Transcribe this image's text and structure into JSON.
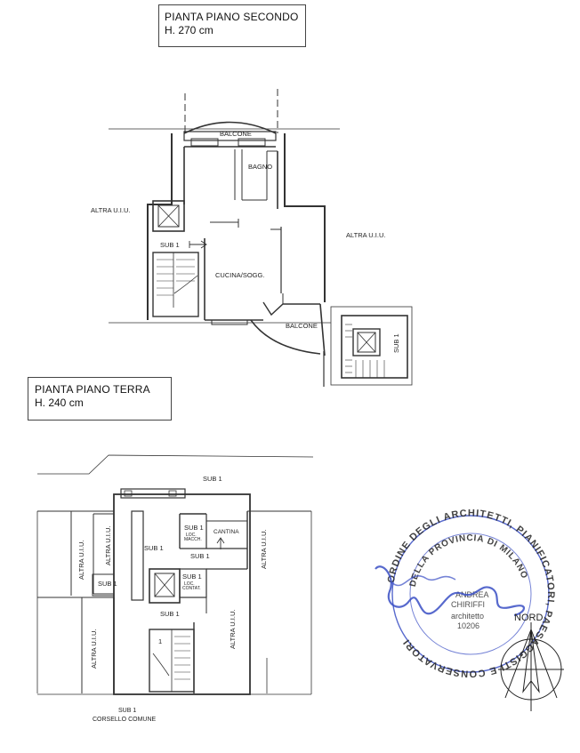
{
  "second_floor": {
    "title": "PIANTA PIANO SECONDO",
    "height": "H.  270 cm",
    "labels": {
      "balcone_top": "BALCONE",
      "bagno": "BAGNO",
      "altra_left": "ALTRA U.I.U.",
      "altra_right": "ALTRA U.I.U.",
      "sub1": "SUB 1",
      "cucina": "CUCINA/SOGG.",
      "balcone_bottom": "BALCONE",
      "sub1_vertical": "SUB 1"
    }
  },
  "ground_floor": {
    "title": "PIANTA PIANO TERRA",
    "height": "H.  240 cm",
    "labels": {
      "sub1_top": "SUB 1",
      "sub1_loc_macch": "SUB 1",
      "loc_macch": "LOC.\nMACCH.",
      "cantina": "CANTINA",
      "sub1_left": "SUB 1",
      "sub1_mid": "SUB 1",
      "sub1_loc_contat": "SUB 1",
      "loc_contat": "LOC.\nCONTAT.",
      "sub1_stair": "SUB 1",
      "sub1_small": "SUB 1",
      "altra_a": "ALTRA U.I.U.",
      "altra_b": "ALTRA U.I.U.",
      "altra_c": "ALTRA U.I.U.",
      "altra_d": "ALTRA U.I.U.",
      "altra_e": "ALTRA U.I.U.",
      "stair_num": "1",
      "sub1_bottom": "SUB 1",
      "corsello": "CORSELLO COMUNE"
    }
  },
  "stamp": {
    "outer_text": "ORDINE DEGLI ARCHITETTI, PIANIFICATORI, PAESAGGISTI E CONSERVATORI",
    "inner_text": "DELLA PROVINCIA DI MILANO",
    "name": "ANDREA\nCHIRIFFI",
    "role": "architetto",
    "number": "10206",
    "color": "#3a4fc4"
  },
  "compass": {
    "label": "NORD"
  }
}
